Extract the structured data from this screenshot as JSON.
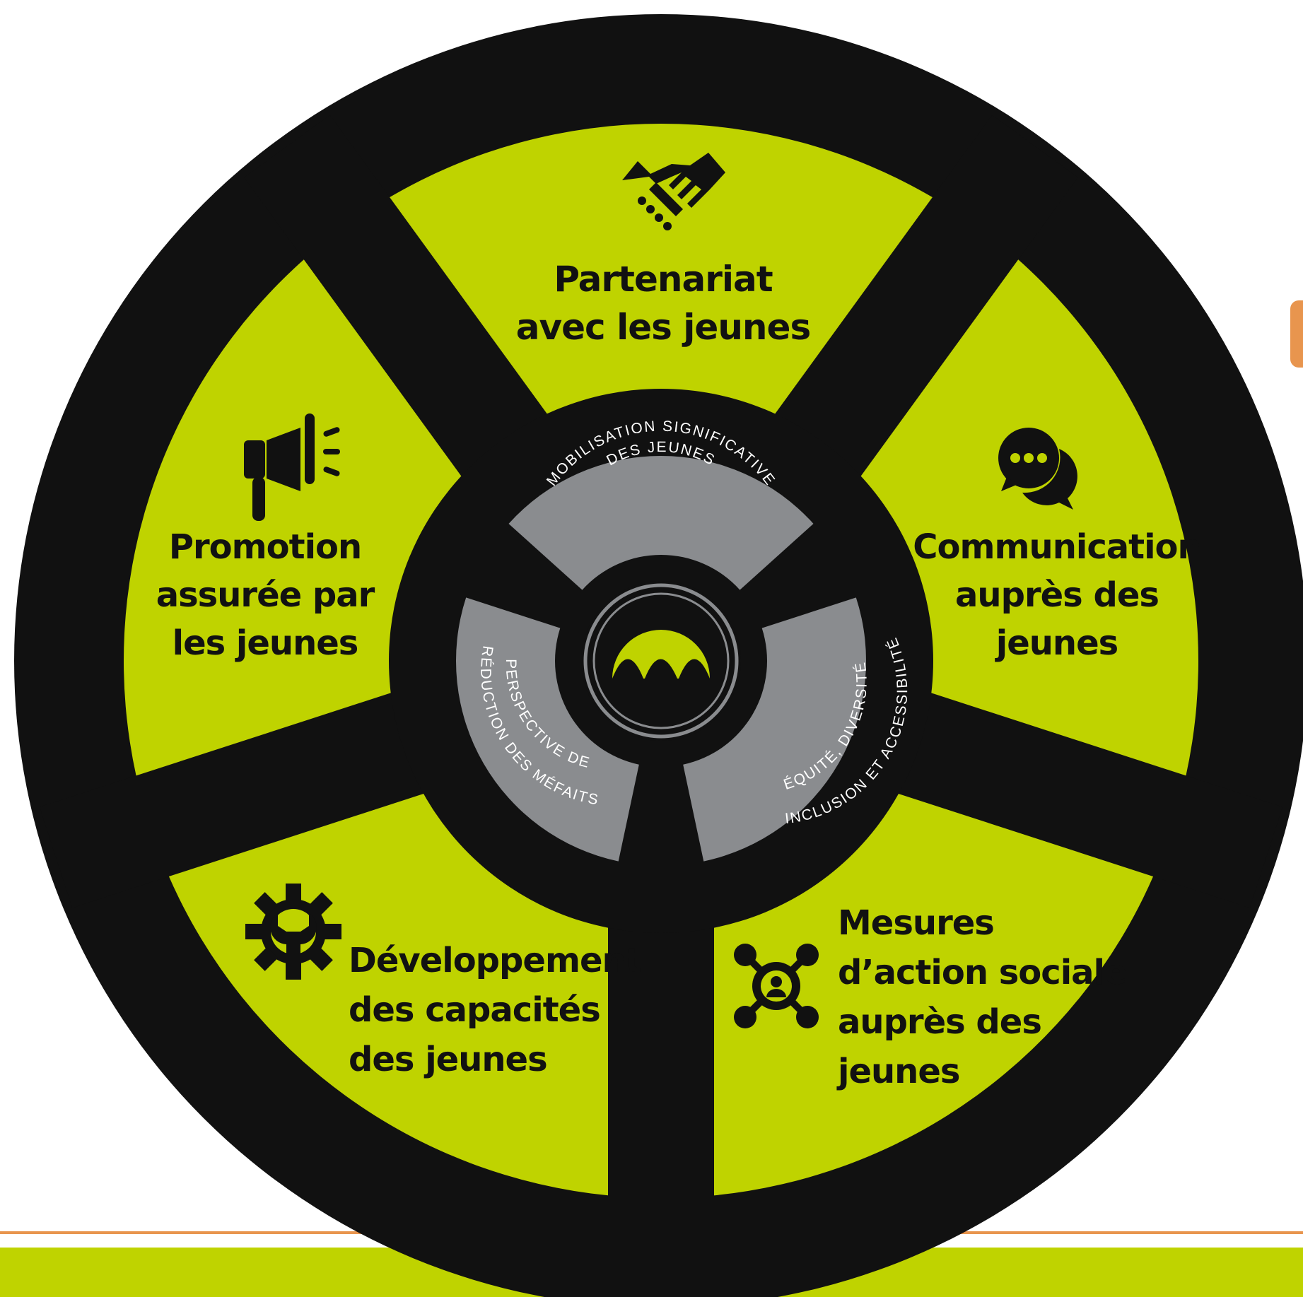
{
  "colors": {
    "lime": "#bfd300",
    "black": "#111111",
    "grey": "#8a8c8f",
    "orange": "#e8954e",
    "white": "#ffffff"
  },
  "segments": [
    {
      "id": "partenariat",
      "icon": "handshake-icon",
      "lines": [
        "Partenariat",
        "avec les jeunes"
      ]
    },
    {
      "id": "communication",
      "icon": "chat-bubbles-icon",
      "lines": [
        "Communication",
        "auprès des",
        "jeunes"
      ]
    },
    {
      "id": "mesures",
      "icon": "network-person-icon",
      "lines": [
        "Mesures",
        "d’action sociale",
        "auprès des",
        "jeunes"
      ]
    },
    {
      "id": "developpement",
      "icon": "gear-wrench-icon",
      "lines": [
        "Développement",
        "des capacités",
        "des jeunes"
      ]
    },
    {
      "id": "promotion",
      "icon": "megaphone-icon",
      "lines": [
        "Promotion",
        "assurée par",
        "les jeunes"
      ]
    }
  ],
  "ring": [
    {
      "id": "mobilisation",
      "lines": [
        "MOBILISATION SIGNIFICATIVE",
        "DES JEUNES"
      ]
    },
    {
      "id": "equite",
      "lines": [
        "ÉQUITÉ, DIVERSITÉ",
        "INCLUSION ET ACCESSIBILITÉ"
      ]
    },
    {
      "id": "perspective",
      "lines": [
        "PERSPECTIVE DE",
        "RÉDUCTION DES MÉFAITS"
      ]
    }
  ],
  "center": {
    "icon": "arches-logo-icon"
  }
}
